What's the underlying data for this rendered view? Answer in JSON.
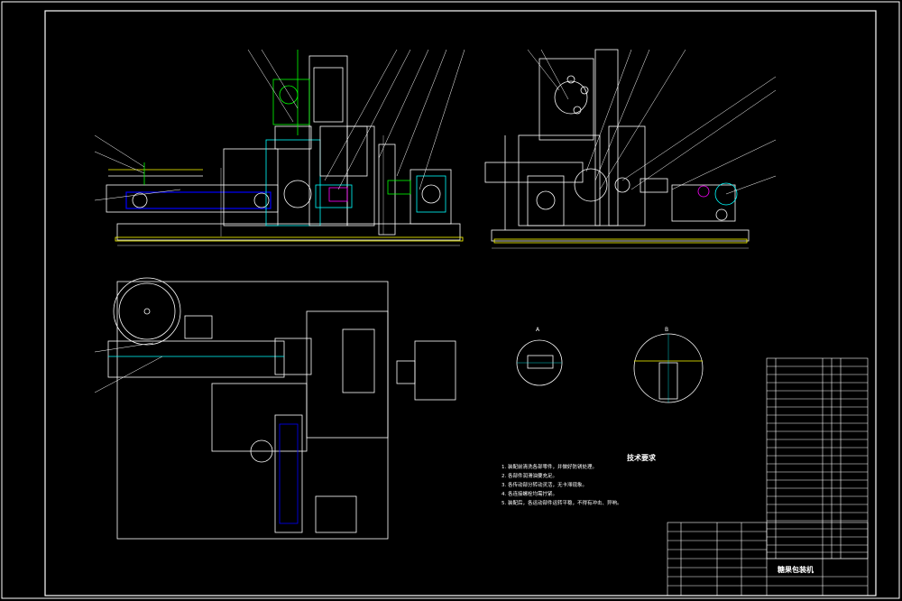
{
  "drawing": {
    "title_block_name": "糖果包装机",
    "technical_requirements": {
      "heading": "技术要求",
      "items": [
        "1. 装配前清洗各部零件，并做好防锈处理。",
        "2. 各部件润滑油要充足。",
        "3. 各传动部分转动灵活，无卡滞现象。",
        "4. 各连接螺栓均需拧紧。",
        "5. 装配后，各运动部件运转平稳，不得有冲击、异响。"
      ]
    },
    "section_views": [
      "A",
      "B"
    ]
  }
}
